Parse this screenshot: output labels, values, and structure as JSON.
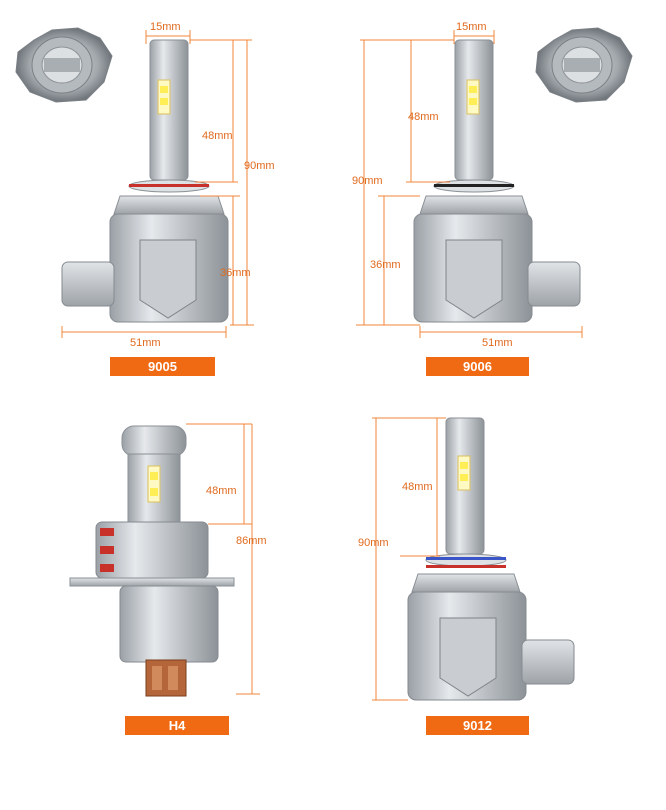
{
  "colors": {
    "accent": "#f06a14",
    "dimension_line": "#f0843a",
    "bulb_silver": "#c8ccd0"
  },
  "products": [
    {
      "model": "9005",
      "dims": {
        "top_width": "15mm",
        "led_height": "48mm",
        "total_height": "90mm",
        "base_height": "36mm",
        "base_width": "51mm"
      }
    },
    {
      "model": "9006",
      "dims": {
        "top_width": "15mm",
        "led_height": "48mm",
        "total_height": "90mm",
        "base_height": "36mm",
        "base_width": "51mm"
      }
    },
    {
      "model": "H4",
      "dims": {
        "led_height": "48mm",
        "total_height": "86mm"
      }
    },
    {
      "model": "9012",
      "dims": {
        "led_height": "48mm",
        "total_height": "90mm"
      }
    }
  ],
  "icons": [
    "h4-flange-icon",
    "led-bulb-icon"
  ]
}
